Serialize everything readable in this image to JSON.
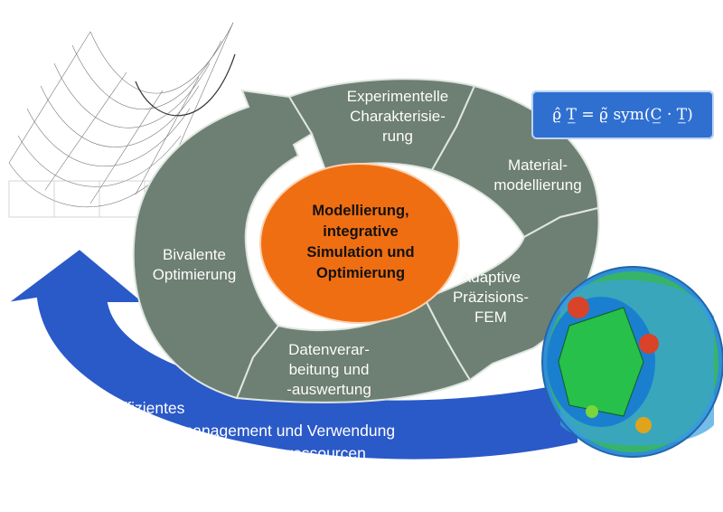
{
  "cycle": {
    "center": "Modellierung,\nintegrative\nSimulation und\nOptimierung",
    "segments": [
      {
        "id": "experimental",
        "text": "Experimentelle\nCharakterisie-\nrung"
      },
      {
        "id": "material",
        "text": "Material-\nmodellierung"
      },
      {
        "id": "fem",
        "text": "Adaptive\nPräzisions-\nFEM"
      },
      {
        "id": "data",
        "text": "Datenverar-\nbeitung und\n-auswertung"
      },
      {
        "id": "optimization",
        "text": "Bivalente\nOptimierung"
      }
    ]
  },
  "arrow": {
    "line1": "Effizientes",
    "line2": "Datenmanagement und Verwendung",
    "line3": "verteilter Rechenressourcen"
  },
  "formula": {
    "text": "ϱ̂ T̲̲ = ϱ̃ sym(C̲̲ · T̲̲)"
  },
  "colors": {
    "segment_fill": "#6e8073",
    "segment_stroke": "#dfe6e0",
    "center_fill": "#f06e12",
    "arrow_fill": "#2a59c8",
    "formula_bg": "#2f6fd0"
  },
  "icons": {
    "surface_plot": "wireframe-surface-plot-icon",
    "fem_model": "fem-cylinder-model-icon"
  }
}
